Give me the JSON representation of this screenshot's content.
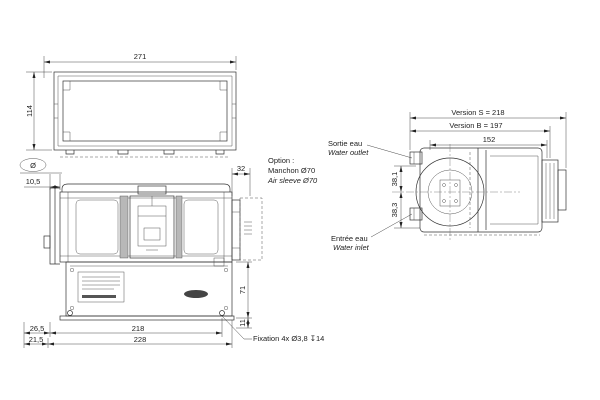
{
  "top_view": {
    "width_dimension": "271",
    "depth_dimension": "114"
  },
  "front_view": {
    "diameter_symbol": "Ø",
    "flange_dimension": "10,5",
    "connector_dimension": "32",
    "box_height_dimension": "71",
    "foot_dimension": "11",
    "left_offset_upper": "26,5",
    "width_upper": "218",
    "left_offset_lower": "21,5",
    "width_lower": "228",
    "fixation_note": "Fixation 4x Ø3,8 ↧14"
  },
  "option_note": {
    "title": "Option :",
    "label_fr": "Manchon Ø70",
    "label_en": "Air sleeve Ø70"
  },
  "side_view": {
    "version_s": "Version S = 218",
    "version_b": "Version B = 197",
    "depth_dimension": "152",
    "outlet_offset": "38,1",
    "inlet_offset": "38,3",
    "outlet_label_fr": "Sortie eau",
    "outlet_label_en": "Water outlet",
    "inlet_label_fr": "Entrée eau",
    "inlet_label_en": "Water inlet"
  },
  "colors": {
    "line": "#333333",
    "background": "#ffffff",
    "shading": "#b8b8b8"
  }
}
